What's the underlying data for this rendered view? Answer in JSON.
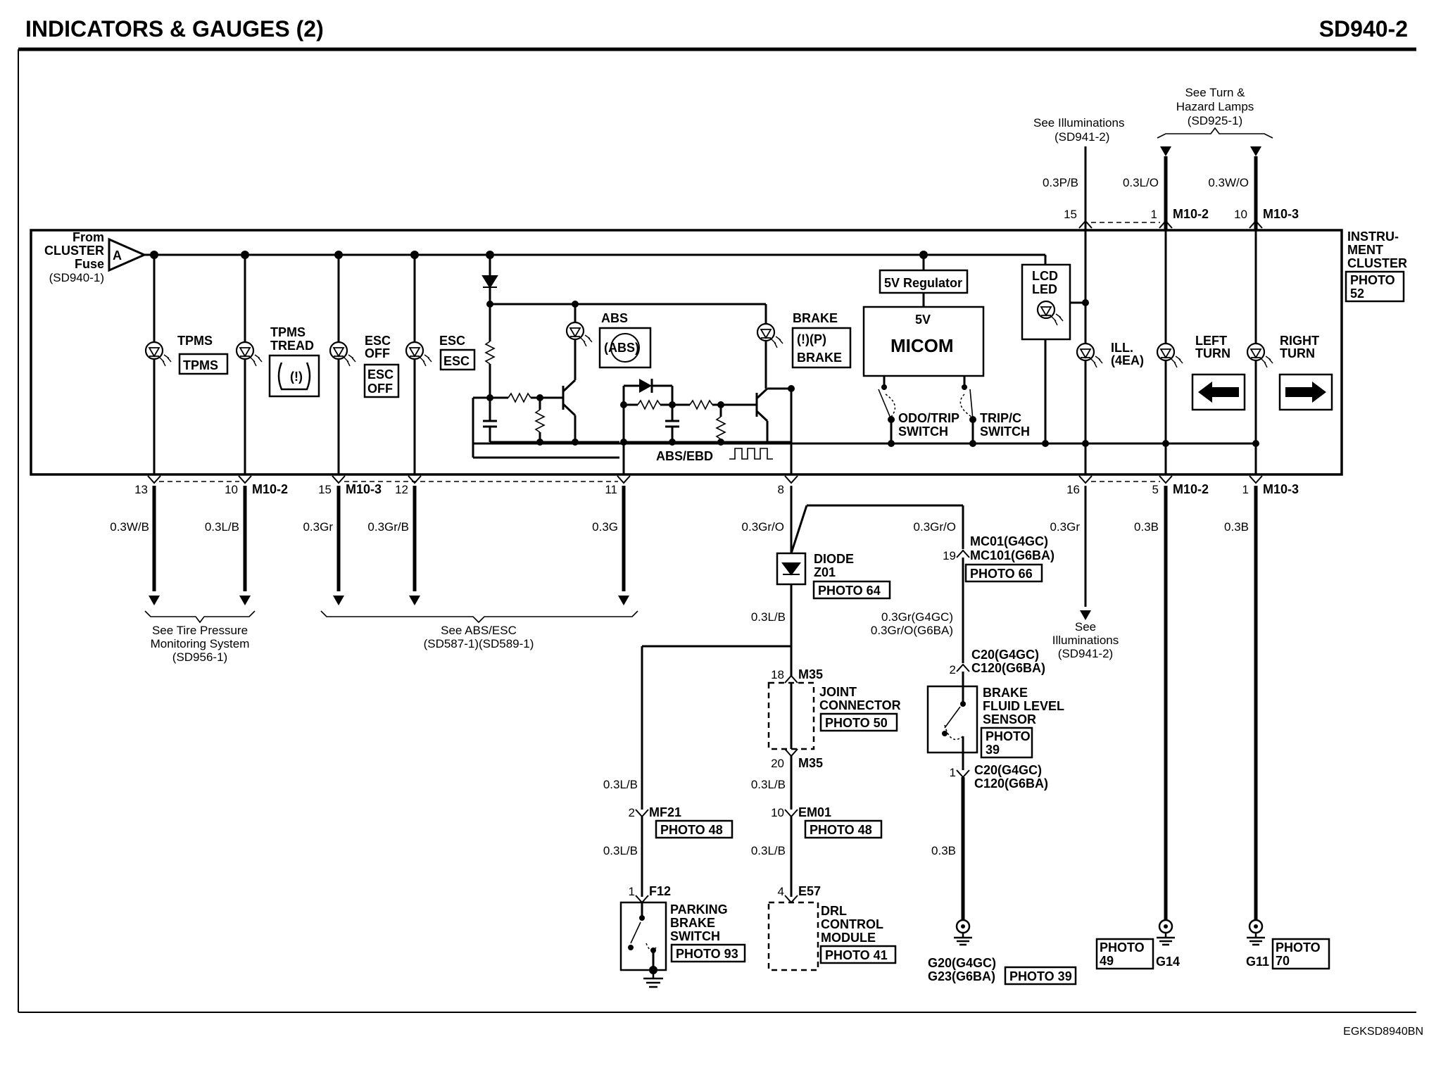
{
  "header": {
    "title": "INDICATORS & GAUGES (2)",
    "code": "SD940-2"
  },
  "footer": {
    "ref": "EGKSD8940BN"
  },
  "source": {
    "lines": [
      "From",
      "CLUSTER",
      "Fuse",
      "(SD940-1)"
    ],
    "connector": "A"
  },
  "cluster": {
    "lines": [
      "INSTRU-",
      "MENT",
      "CLUSTER"
    ],
    "photo": [
      "PHOTO",
      "52"
    ]
  },
  "top_refs": {
    "illum": [
      "See Illuminations",
      "(SD941-2)"
    ],
    "turn": [
      "See Turn &",
      "Hazard Lamps",
      "(SD925-1)"
    ]
  },
  "top_wires": {
    "w1": {
      "color": "0.3P/B",
      "pin": "15"
    },
    "w2": {
      "color": "0.3L/O",
      "pin": "1",
      "conn": "M10-2"
    },
    "w3": {
      "color": "0.3W/O",
      "pin": "10",
      "conn": "M10-3"
    }
  },
  "indicators": {
    "tpms": {
      "label": "TPMS",
      "badge": "TPMS"
    },
    "tread": {
      "label": [
        "TPMS",
        "TREAD"
      ]
    },
    "escoff": {
      "label": [
        "ESC",
        "OFF"
      ],
      "badge": [
        "ESC",
        "OFF"
      ]
    },
    "esc": {
      "label": "ESC",
      "badge": "ESC"
    },
    "abs": {
      "label": "ABS",
      "badge": "(ABS)"
    },
    "brake": {
      "label": "BRAKE",
      "badge_top": "(!)(P)",
      "badge_bottom": "BRAKE"
    },
    "lcd": [
      "LCD",
      "LED"
    ],
    "ill": [
      "ILL.",
      "(4EA)"
    ],
    "left": [
      "LEFT",
      "TURN"
    ],
    "right": [
      "RIGHT",
      "TURN"
    ],
    "abs_ebd": "ABS/EBD"
  },
  "micom": {
    "regulator": "5V Regulator",
    "v": "5V",
    "label": "MICOM"
  },
  "switches": {
    "odo": [
      "ODO/TRIP",
      "SWITCH"
    ],
    "tripc": [
      "TRIP/C",
      "SWITCH"
    ]
  },
  "bottom_pins": {
    "p13": "13",
    "p10": "10",
    "m102a": "M10-2",
    "p15": "15",
    "m103a": "M10-3",
    "p12": "12",
    "p11": "11",
    "p8": "8",
    "p16": "16",
    "p5": "5",
    "m102b": "M10-2",
    "p1": "1",
    "m103b": "M10-3"
  },
  "bottom_wires": {
    "w13": "0.3W/B",
    "w10": "0.3L/B",
    "w15": "0.3Gr",
    "w12": "0.3Gr/B",
    "w11": "0.3G",
    "w8": "0.3Gr/O",
    "w8b": "0.3Gr/O",
    "w16": "0.3Gr",
    "w5": "0.3B",
    "w1": "0.3B"
  },
  "bottom_refs": {
    "tpms": [
      "See Tire Pressure",
      "Monitoring System",
      "(SD956-1)"
    ],
    "abs": [
      "See ABS/ESC",
      "(SD587-1)(SD589-1)"
    ],
    "illum": [
      "See",
      "Illuminations",
      "(SD941-2)"
    ]
  },
  "diode": {
    "lines": [
      "DIODE",
      "Z01"
    ],
    "photo": "PHOTO 64",
    "wire_out": "0.3L/B"
  },
  "mc01": {
    "pin": "19",
    "lines": [
      "MC01(G4GC)",
      "MC101(G6BA)"
    ],
    "photo": "PHOTO 66"
  },
  "c20_wire": [
    "0.3Gr(G4GC)",
    "0.3Gr/O(G6BA)"
  ],
  "c20_top": {
    "pin": "2",
    "lines": [
      "C20(G4GC)",
      "C120(G6BA)"
    ]
  },
  "bfl": {
    "lines": [
      "BRAKE",
      "FLUID LEVEL",
      "SENSOR"
    ],
    "photo": [
      "PHOTO",
      "39"
    ]
  },
  "c20_bot": {
    "pin": "1",
    "lines": [
      "C20(G4GC)",
      "C120(G6BA)"
    ],
    "wire": "0.3B"
  },
  "g20": {
    "lines": [
      "G20(G4GC)",
      "G23(G6BA)"
    ],
    "photo": "PHOTO 39"
  },
  "joint": {
    "pin_top": "18",
    "conn_top": "M35",
    "lines": [
      "JOINT",
      "CONNECTOR"
    ],
    "photo": "PHOTO 50",
    "pin_bot": "20",
    "conn_bot": "M35"
  },
  "mf21": {
    "wire_in": "0.3L/B",
    "pin": "2",
    "conn": "MF21",
    "photo": "PHOTO 48",
    "wire_out": "0.3L/B"
  },
  "em01": {
    "wire_in": "0.3L/B",
    "pin": "10",
    "conn": "EM01",
    "photo": "PHOTO 48",
    "wire_out": "0.3L/B"
  },
  "f12": {
    "pin": "1",
    "conn": "F12",
    "lines": [
      "PARKING",
      "BRAKE",
      "SWITCH"
    ],
    "photo": "PHOTO 93"
  },
  "e57": {
    "pin": "4",
    "conn": "E57",
    "lines": [
      "DRL",
      "CONTROL",
      "MODULE"
    ],
    "photo": "PHOTO 41"
  },
  "g14": {
    "photo": [
      "PHOTO",
      "49"
    ],
    "label": "G14"
  },
  "g11": {
    "label": "G11",
    "photo": [
      "PHOTO",
      "70"
    ]
  }
}
